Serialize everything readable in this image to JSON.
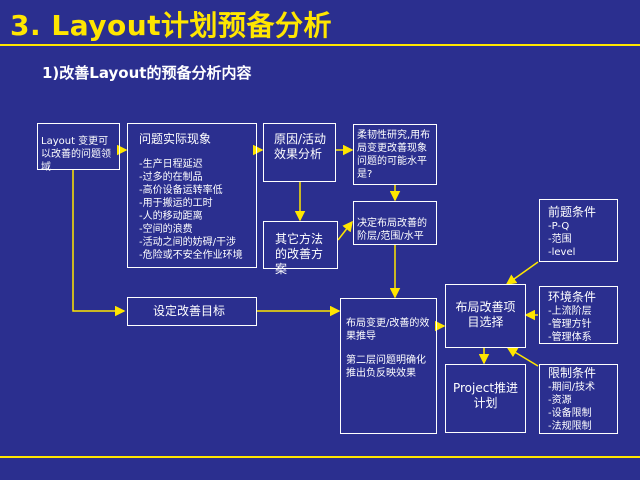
{
  "title": "3. Layout计划预备分析",
  "subtitle": "1)改善Layout的预备分析内容",
  "boxes": {
    "domain": "Layout 变更可以改善的问题领域",
    "phenomena": {
      "head": "问题实际现象",
      "items": [
        "-生产日程延迟",
        "-过多的在制品",
        "-高价设备运转率低",
        "-用于搬运的工时",
        "-人的移动距离",
        "-空间的浪费",
        "-活动之间的妨碍/干涉",
        "-危险或不安全作业环境"
      ]
    },
    "cause": "原因/活动效果分析",
    "other": "其它方法的改善方案",
    "flex": "柔韧性研究,用布局变更改善现象问题的可能水平是?",
    "decide": "决定布局改善的阶层/范围/水平",
    "goal": "设定改善目标",
    "effect": {
      "line1": "布局变更/改善的效果推导",
      "line2": "第二层问题明确化推出负反映效果"
    },
    "select": "布局改善项目选择",
    "project": "Project推进计划",
    "premise": {
      "head": "前题条件",
      "items": [
        "-P-Q",
        "-范围",
        "-level"
      ]
    },
    "env": {
      "head": "环境条件",
      "items": [
        "-上流阶层",
        "-管理方针",
        "-管理体系"
      ]
    },
    "limit": {
      "head": "限制条件",
      "items": [
        "-期间/技术",
        "-资源",
        "-设备限制",
        "-法规限制"
      ]
    }
  }
}
